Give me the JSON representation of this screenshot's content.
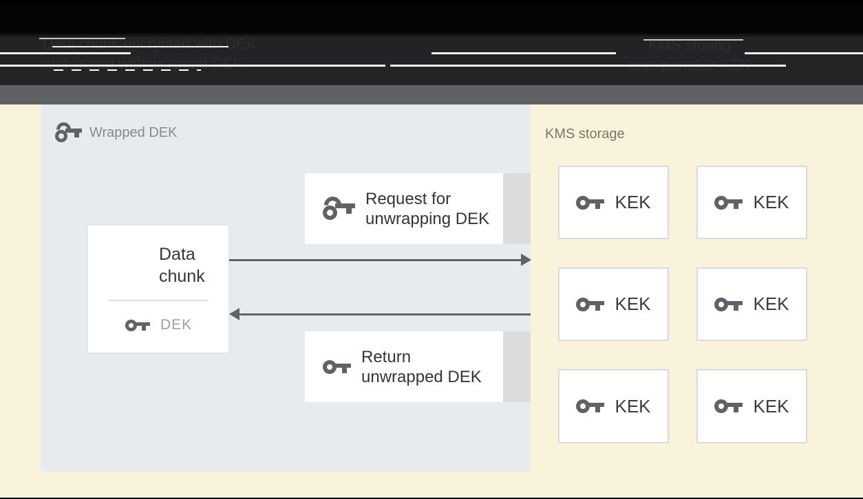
{
  "header": {
    "left_caption_line1": "Data chunk encrypted with DEK",
    "left_caption_line2": "and stored with wrapped DEK",
    "right_caption_line1": "KMS storing",
    "right_caption_line2": "unexportable KEK"
  },
  "panel": {
    "title": "Wrapped DEK",
    "data_chunk": {
      "line1": "Data",
      "line2": "chunk",
      "dek_label": "DEK"
    },
    "request_box": {
      "line1": "Request for",
      "line2": "unwrapping DEK"
    },
    "return_box": {
      "line1": "Return",
      "line2": "unwrapped DEK"
    }
  },
  "kms": {
    "title": "KMS storage",
    "kek_labels": [
      "KEK",
      "KEK",
      "KEK",
      "KEK",
      "KEK",
      "KEK"
    ]
  },
  "icons": {
    "key": "key-icon",
    "unwrap_key": "unwrap-key-icon",
    "storage": "storage-icon",
    "request_arrow": "arrow-right-icon",
    "return_arrow": "arrow-left-icon"
  },
  "colors": {
    "background": "#FAF3DC",
    "panel": "#E8EBEE",
    "divider_bar": "#606164",
    "icon_ink": "#5F6368",
    "box_border": "#D9DADC",
    "shadow_strip": "#DBDCDE",
    "text_dark": "#353638",
    "text_gray": "#9CA1A7",
    "panel_label": "#85898E",
    "kms_label": "#7A756C",
    "caption_text": "#2D2E31"
  }
}
